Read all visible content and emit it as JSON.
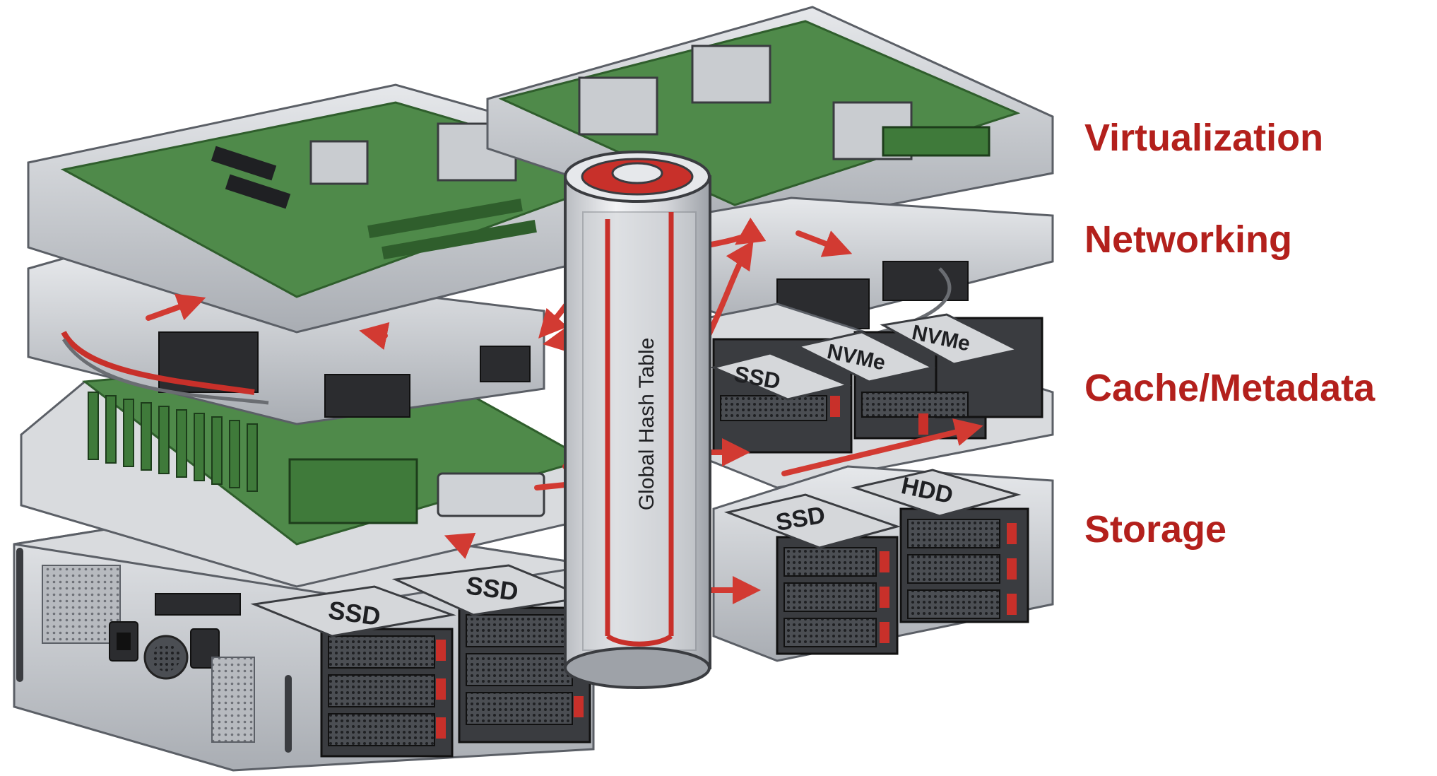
{
  "layers": [
    {
      "label": "Virtualization"
    },
    {
      "label": "Networking"
    },
    {
      "label": "Cache/Metadata"
    },
    {
      "label": "Storage"
    }
  ],
  "column": {
    "label": "Global Hash Table"
  },
  "drives": {
    "left": [
      "SSD",
      "SSD"
    ],
    "right_storage": [
      "SSD",
      "HDD"
    ],
    "cache": [
      "SSD",
      "NVMe",
      "NVMe"
    ]
  },
  "colors": {
    "accent": "#b3201c",
    "arrow": "#d23a32",
    "metal": "#c9ccd0",
    "metal_dark": "#5b5f66",
    "pcb": "#4f8a4a",
    "pcb_dark": "#2f5e2c",
    "drive_face": "#3a3c40",
    "drive_tab": "#c8302a"
  },
  "icons": [
    "arrow-icon",
    "ethernet-port-icon",
    "heatsink-icon",
    "ram-module-icon",
    "power-socket-icon",
    "fan-icon"
  ]
}
